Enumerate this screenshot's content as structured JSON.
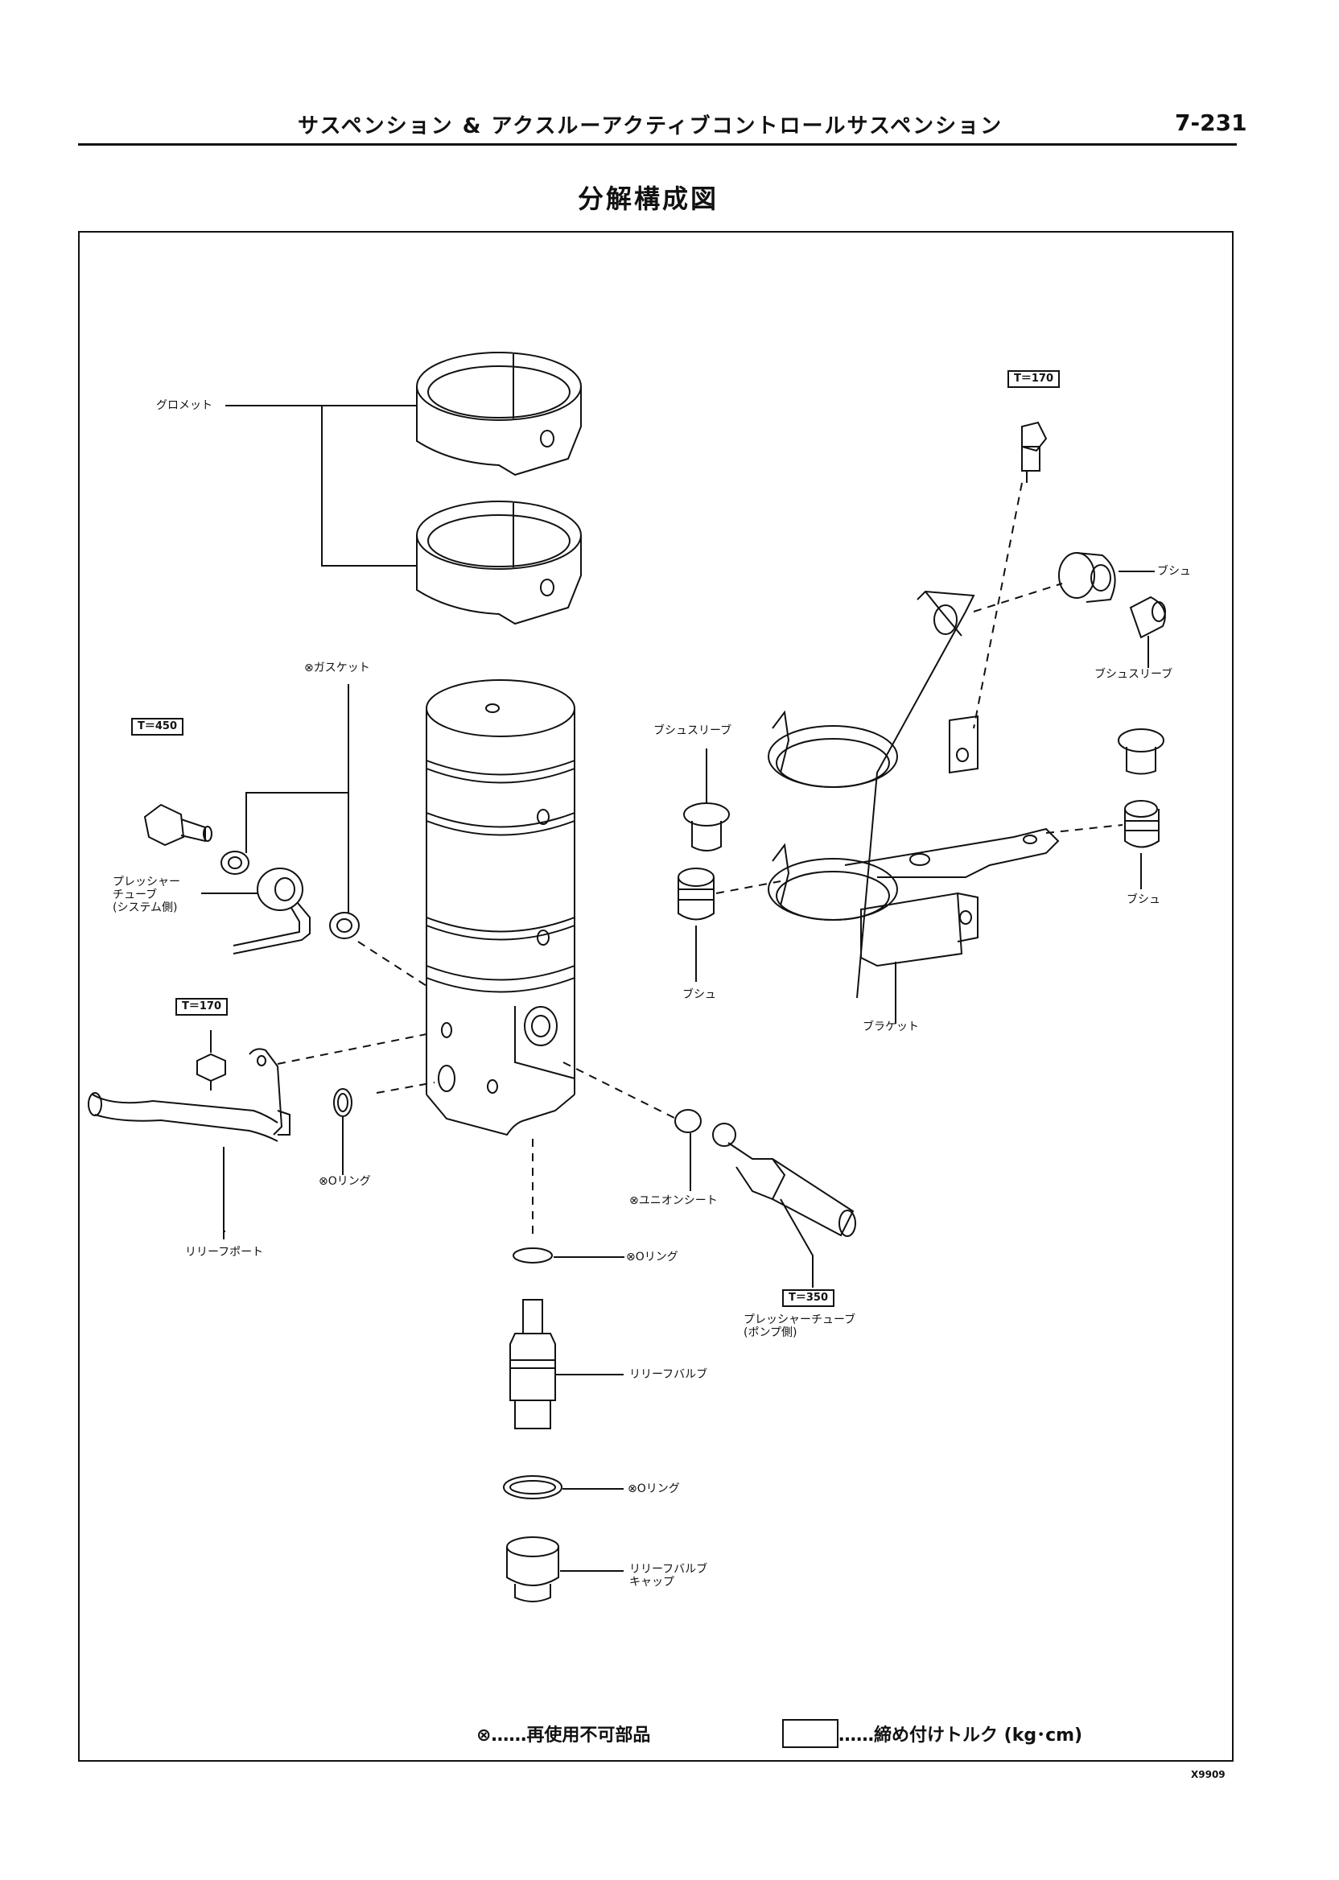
{
  "header": {
    "title": "サスペンション & アクスルーアクティブコントロールサスペンション",
    "page_number": "7-231"
  },
  "diagram_title": "分解構成図",
  "labels": {
    "grommet": "グロメット",
    "gasket": "⊗ガスケット",
    "pressure_tube_system": "プレッシャー\nチューブ\n(システム側)",
    "o_ring_left": "⊗Oリング",
    "relief_port": "リリーフポート",
    "bush_sleeve_mid": "ブシュスリーブ",
    "bush_mid": "ブシュ",
    "bracket": "ブラケット",
    "bush_top_right": "ブシュ",
    "bush_sleeve_right": "ブシュスリーブ",
    "bush_right": "ブシュ",
    "union_seat": "⊗ユニオンシート",
    "o_ring_center": "⊗Oリング",
    "pressure_tube_pump": "プレッシャーチューブ\n(ポンプ側)",
    "relief_valve": "リリーフバルブ",
    "o_ring_lower": "⊗Oリング",
    "relief_valve_cap": "リリーフバルブ\nキャップ"
  },
  "torque": {
    "top_right": "T＝170",
    "left_upper": "T＝450",
    "left_lower": "T＝170",
    "pump_tube": "T＝350"
  },
  "legend": {
    "non_reusable": "⊗……再使用不可部品",
    "torque": "……締め付けトルク (kg･cm)"
  },
  "figure_code": "X9909"
}
